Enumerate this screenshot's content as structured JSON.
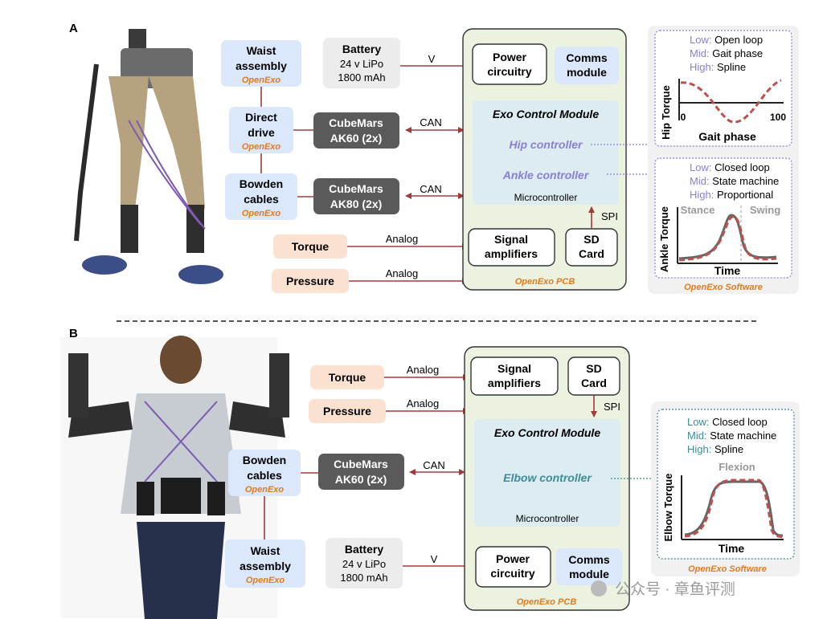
{
  "panel_a": {
    "label": "A",
    "waist": {
      "line1": "Waist",
      "line2": "assembly",
      "brand": "OpenExo"
    },
    "battery": {
      "title": "Battery",
      "line1": "24 v LiPo",
      "line2": "1800 mAh"
    },
    "v_label": "V",
    "direct": {
      "line1": "Direct",
      "line2": "drive",
      "brand": "OpenExo"
    },
    "motor1": {
      "line1": "CubeMars",
      "line2": "AK60 (2x)"
    },
    "can1": "CAN",
    "bowden": {
      "line1": "Bowden",
      "line2": "cables",
      "brand": "OpenExo"
    },
    "motor2": {
      "line1": "CubeMars",
      "line2": "AK80 (2x)"
    },
    "can2": "CAN",
    "torque": "Torque",
    "pressure": "Pressure",
    "analog1": "Analog",
    "analog2": "Analog",
    "power": {
      "line1": "Power",
      "line2": "circuitry"
    },
    "comms": {
      "line1": "Comms",
      "line2": "module"
    },
    "ecm_title": "Exo Control Module",
    "hip_ctrl": "Hip controller",
    "ankle_ctrl": "Ankle controller",
    "micro": "Microcontroller",
    "spi": "SPI",
    "signal": {
      "line1": "Signal",
      "line2": "amplifiers"
    },
    "sd": {
      "line1": "SD",
      "line2": "Card"
    },
    "pcb": "OpenExo PCB",
    "hip_box": {
      "low_k": "Low:",
      "low_v": "Open loop",
      "mid_k": "Mid:",
      "mid_v": "Gait phase",
      "high_k": "High:",
      "high_v": "Spline",
      "ylabel": "Hip Torque",
      "xlabel": "Gait phase",
      "x0": "0",
      "x1": "100"
    },
    "ankle_box": {
      "low_k": "Low:",
      "low_v": "Closed loop",
      "mid_k": "Mid:",
      "mid_v": "State machine",
      "high_k": "High:",
      "high_v": "Proportional",
      "ylabel": "Ankle Torque",
      "xlabel": "Time",
      "stance": "Stance",
      "swing": "Swing"
    },
    "software": "OpenExo Software"
  },
  "panel_b": {
    "label": "B",
    "torque": "Torque",
    "pressure": "Pressure",
    "analog1": "Analog",
    "analog2": "Analog",
    "signal": {
      "line1": "Signal",
      "line2": "amplifiers"
    },
    "sd": {
      "line1": "SD",
      "line2": "Card"
    },
    "spi": "SPI",
    "bowden": {
      "line1": "Bowden",
      "line2": "cables",
      "brand": "OpenExo"
    },
    "motor": {
      "line1": "CubeMars",
      "line2": "AK60 (2x)"
    },
    "can": "CAN",
    "ecm_title": "Exo Control Module",
    "elbow_ctrl": "Elbow controller",
    "micro": "Microcontroller",
    "waist": {
      "line1": "Waist",
      "line2": "assembly",
      "brand": "OpenExo"
    },
    "battery": {
      "title": "Battery",
      "line1": "24 v LiPo",
      "line2": "1800 mAh"
    },
    "v_label": "V",
    "power": {
      "line1": "Power",
      "line2": "circuitry"
    },
    "comms": {
      "line1": "Comms",
      "line2": "module"
    },
    "pcb": "OpenExo PCB",
    "elbow_box": {
      "low_k": "Low:",
      "low_v": "Closed loop",
      "mid_k": "Mid:",
      "mid_v": "State machine",
      "high_k": "High:",
      "high_v": "Spline",
      "ylabel": "Elbow Torque",
      "xlabel": "Time",
      "flexion": "Flexion"
    },
    "software": "OpenExo Software"
  },
  "watermark": "公众号 · 章鱼评测",
  "colors": {
    "accent_red": "#a33a3a",
    "brand_orange": "#e07b1f",
    "purple": "#8a7fd6",
    "teal": "#3b8d9a",
    "box_blue": "#dbe7fb",
    "pcb_green": "#ebf3e0"
  }
}
